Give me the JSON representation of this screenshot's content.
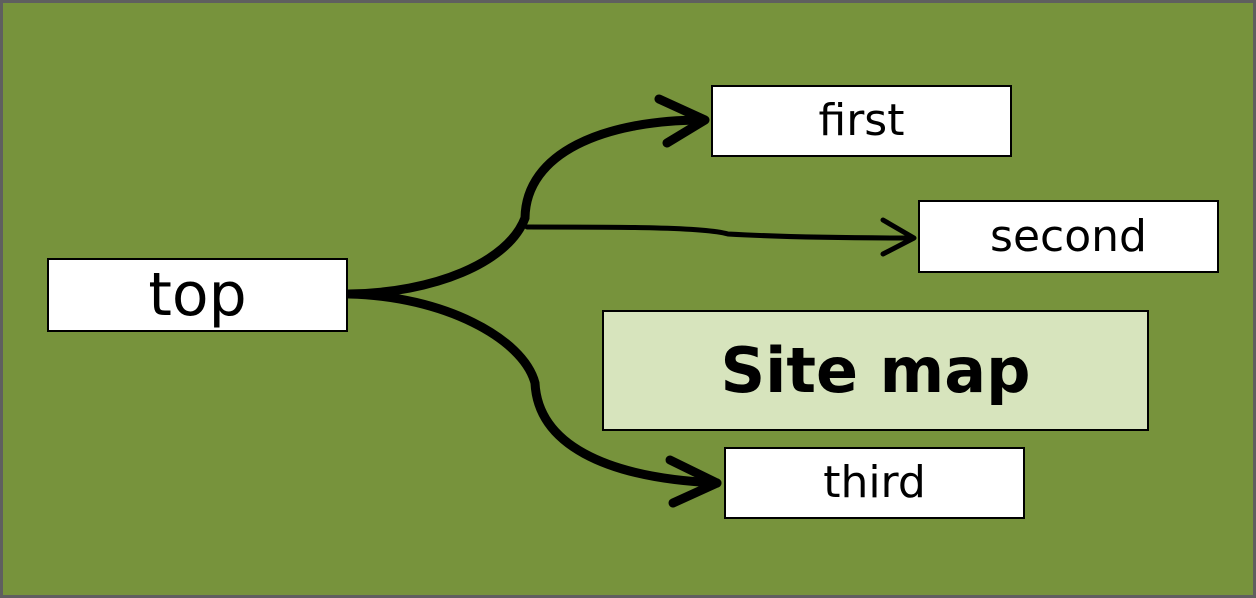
{
  "diagram": {
    "title": "Site map",
    "nodes": {
      "top": "top",
      "first": "first",
      "second": "second",
      "third": "third"
    },
    "edges": [
      {
        "from": "top",
        "to": "first"
      },
      {
        "from": "top",
        "to": "second"
      },
      {
        "from": "top",
        "to": "third"
      }
    ]
  },
  "colors": {
    "background": "#77933c",
    "title_fill": "#d7e4bd",
    "node_fill": "#ffffff",
    "stroke": "#000000",
    "frame": "#5f5f5f"
  }
}
